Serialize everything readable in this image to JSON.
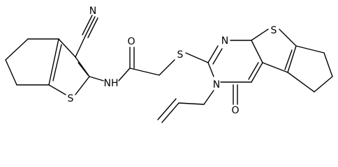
{
  "atoms": {
    "nitrile_n": "N",
    "thiophene_s_left": "S",
    "amide_nh": "NH",
    "carbonyl_o": "O",
    "thioether_s": "S",
    "pyrimidine_n_top": "N",
    "thiophene_s_right": "S",
    "pyrimidine_n_bottom": "N",
    "ketone_o": "O"
  }
}
